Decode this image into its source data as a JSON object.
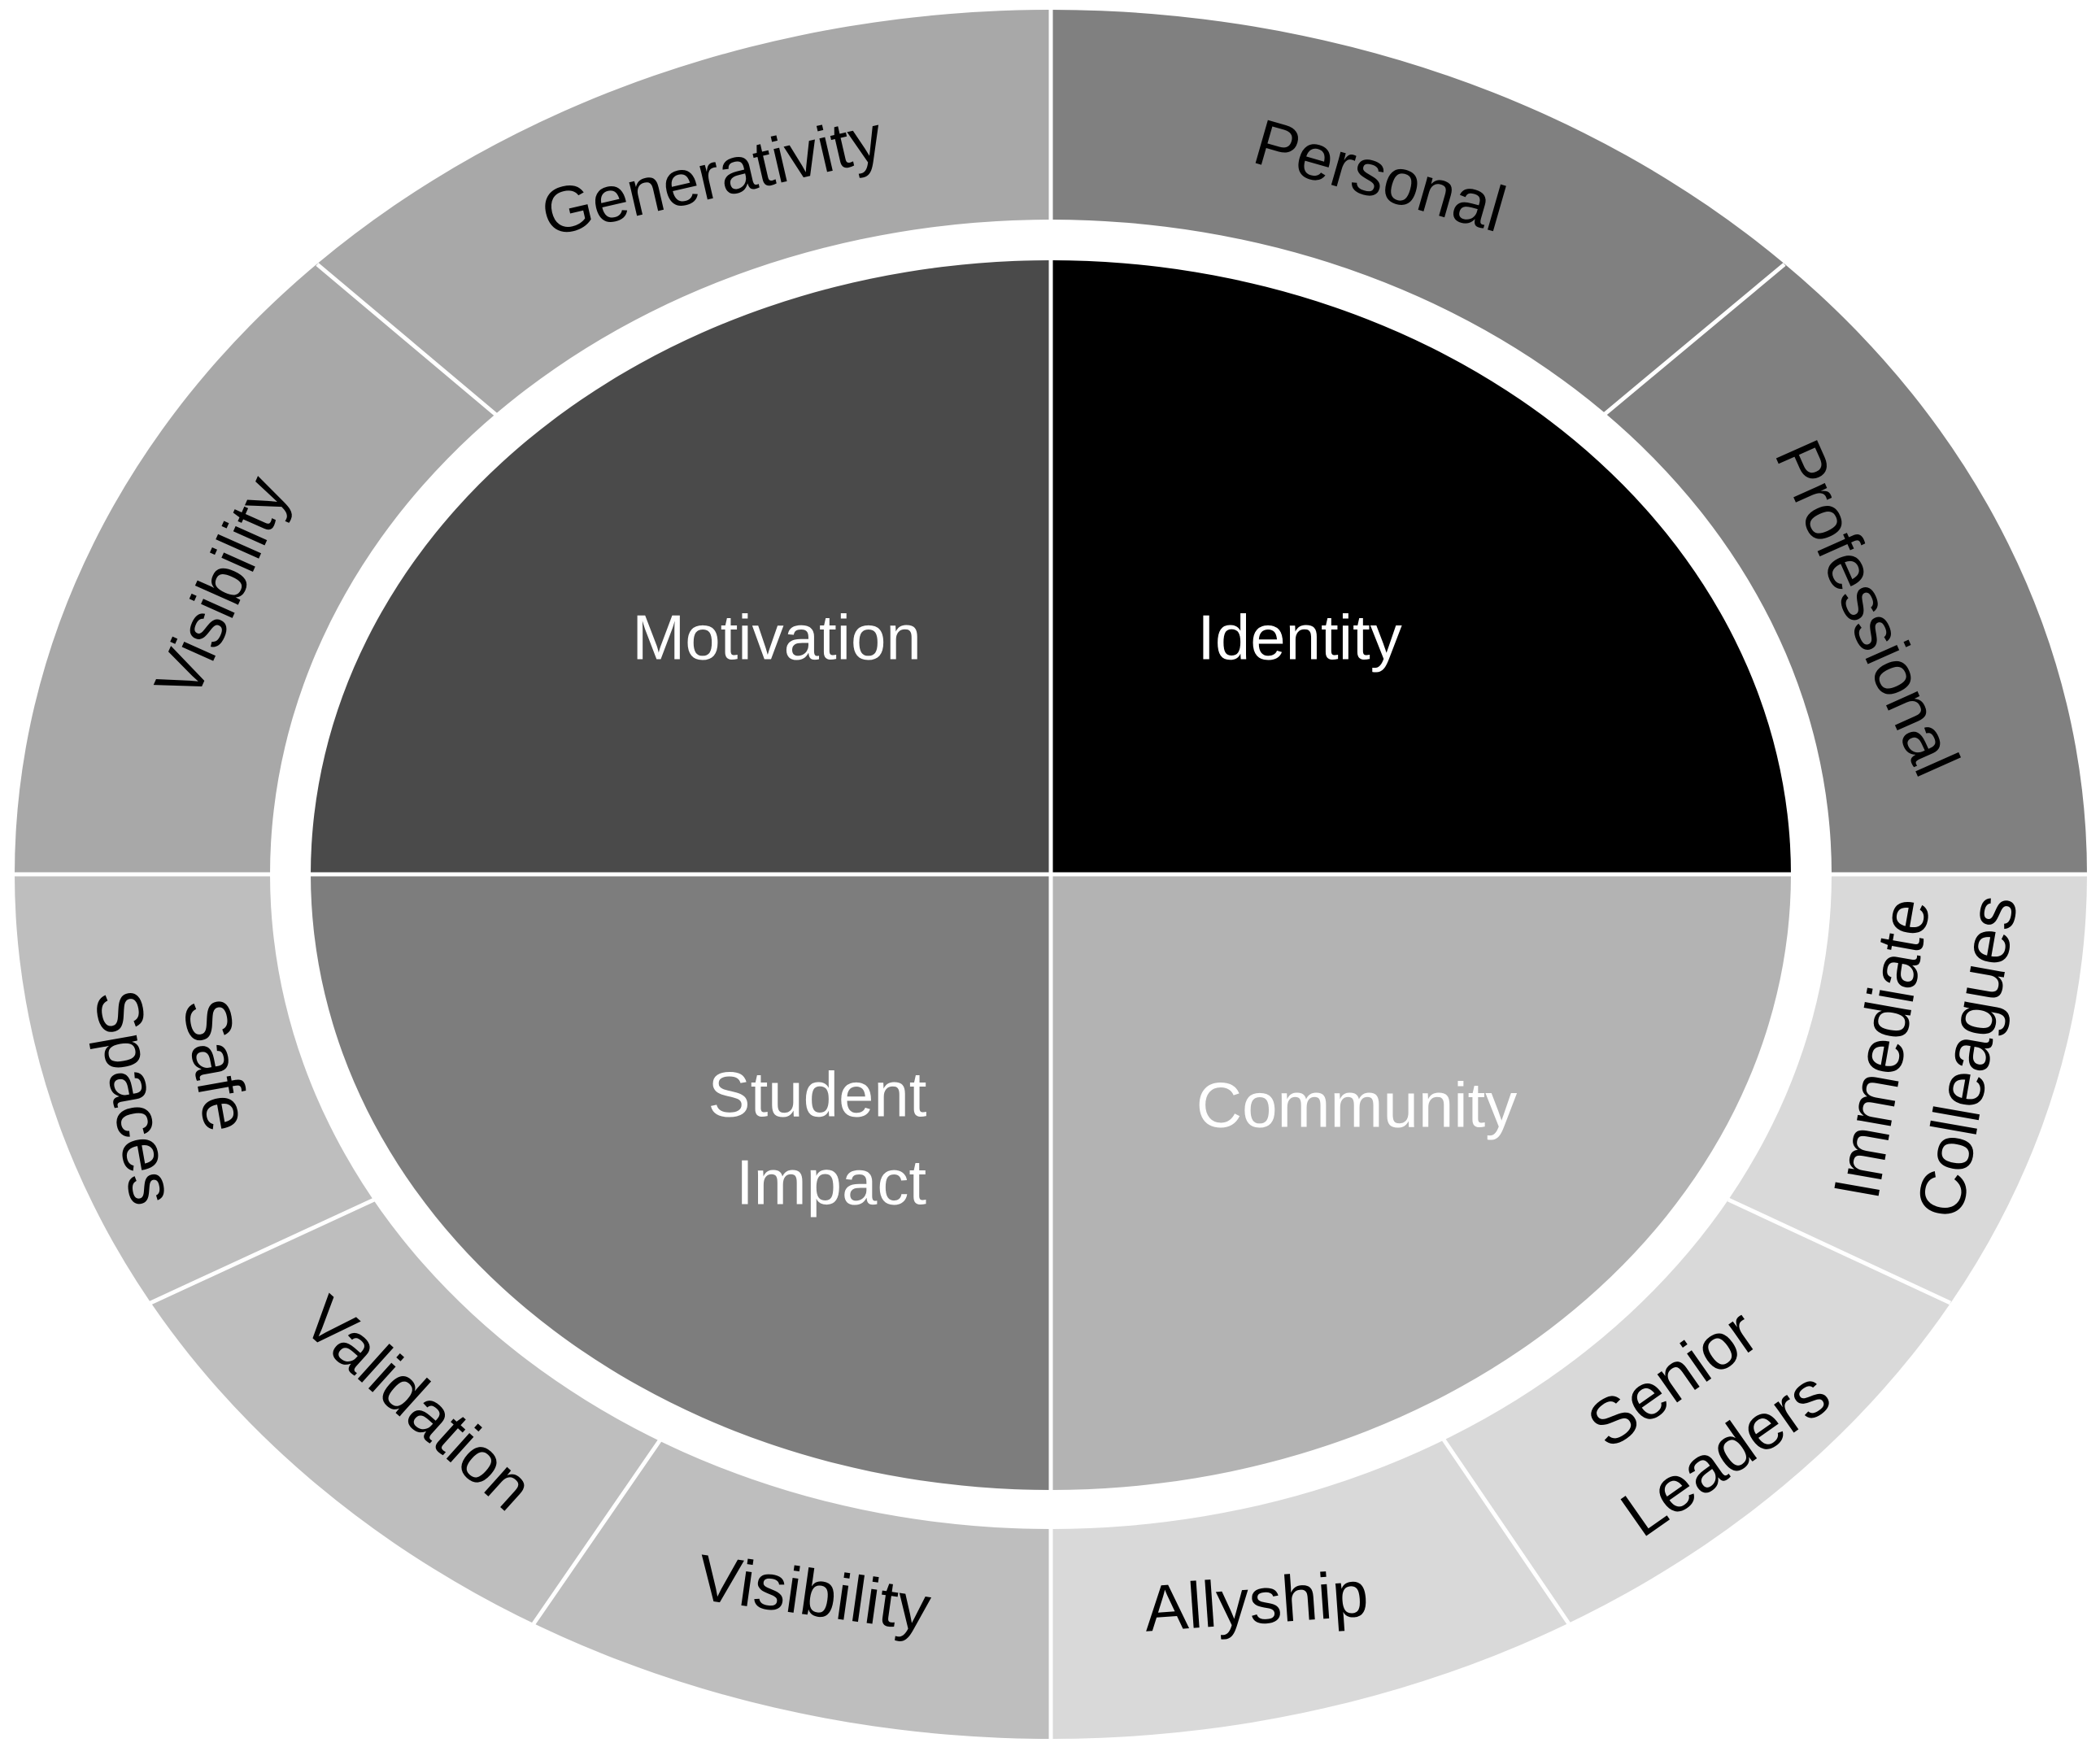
{
  "colors": {
    "identity": "#000000",
    "motivation": "#4a4a4a",
    "student_impact": "#7d7d7d",
    "community": "#b3b3b3",
    "ring_top_left": "#a8a8a8",
    "ring_top_right": "#808080",
    "ring_bottom_left": "#bebebe",
    "ring_bottom_right": "#d9d9d9",
    "separator": "#ffffff",
    "outer_text": "#000000",
    "inner_text": "#ffffff"
  },
  "inner": {
    "motivation": "Motivation",
    "identity": "Identity",
    "student_impact_line1": "Student",
    "student_impact_line2": "Impact",
    "community": "Community"
  },
  "outer": {
    "generativity": "Generativity",
    "personal": "Personal",
    "visibility_top": "Visibility",
    "professional": "Professional",
    "safe": "Safe",
    "spaces": "Spaces",
    "immediate": "Immediate",
    "colleagues": "Colleagues",
    "validation": "Validation",
    "senior": "Senior",
    "leaders": "Leaders",
    "visibility_bottom": "Visibility",
    "allyship": "Allyship"
  }
}
